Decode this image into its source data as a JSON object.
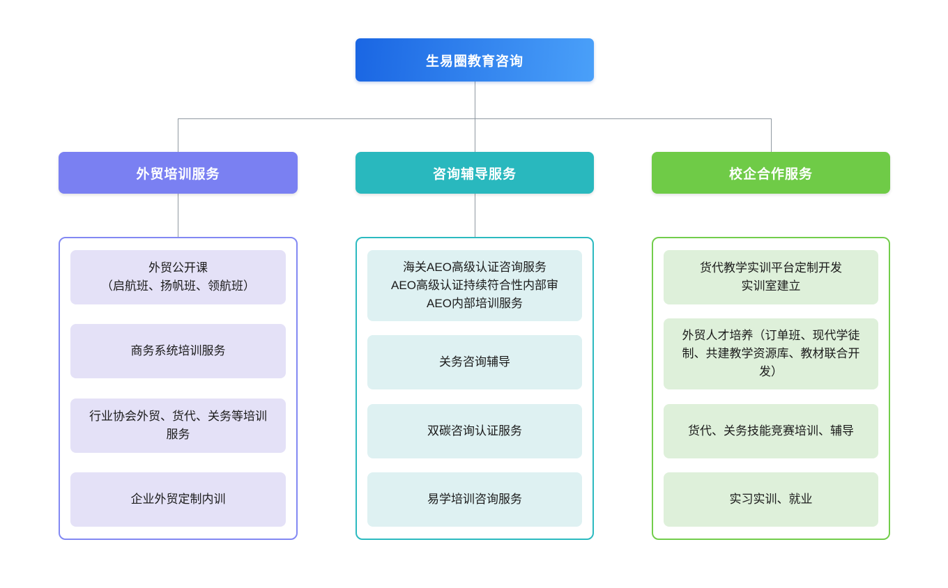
{
  "diagram": {
    "title": "生易圈教育咨询",
    "connector_color": "#8f98a1",
    "root": {
      "label": "生易圈教育咨询",
      "gradient_start": "#1a66e3",
      "gradient_end": "#4aa0f9",
      "text_color": "#ffffff"
    },
    "branches": [
      {
        "label": "外贸培训服务",
        "header_color": "#7a80f2",
        "border_color": "#8288f3",
        "item_bg": "#e4e1f7",
        "items": [
          "外贸公开课\n（启航班、扬帆班、领航班）",
          "商务系统培训服务",
          "行业协会外贸、货代、关务等培训服务",
          "企业外贸定制内训"
        ]
      },
      {
        "label": "咨询辅导服务",
        "header_color": "#29b8be",
        "border_color": "#2bbac0",
        "item_bg": "#def1f2",
        "items": [
          "海关AEO高级认证咨询服务\nAEO高级认证持续符合性内部审\nAEO内部培训服务",
          "关务咨询辅导",
          "双碳咨询认证服务",
          "易学培训咨询服务"
        ]
      },
      {
        "label": "校企合作服务",
        "header_color": "#6fcb47",
        "border_color": "#72cd4b",
        "item_bg": "#def0da",
        "items": [
          "货代教学实训平台定制开发\n实训室建立",
          "外贸人才培养（订单班、现代学徒制、共建教学资源库、教材联合开发）",
          "货代、关务技能竞赛培训、辅导",
          "实习实训、就业"
        ]
      }
    ]
  }
}
